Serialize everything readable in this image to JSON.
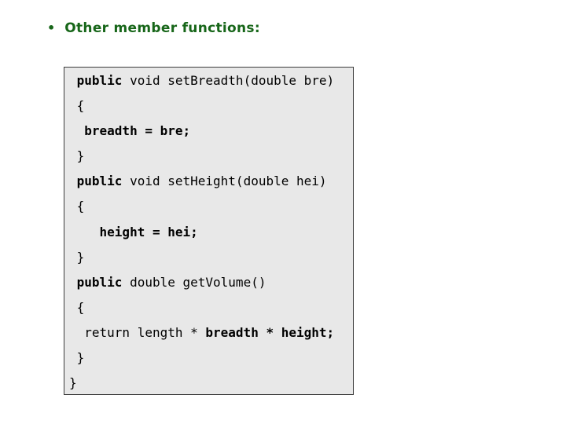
{
  "heading": {
    "bullet": "•",
    "text": "Other member functions:",
    "color": "#176619"
  },
  "code_box": {
    "bg": "#e8e8e8",
    "border_color": "#3b3b3b",
    "text_color": "#000000",
    "lines": [
      {
        "segments": [
          {
            "text": " "
          },
          {
            "text": "public",
            "bold": true
          },
          {
            "text": " void setBreadth(double bre)"
          }
        ]
      },
      {
        "segments": [
          {
            "text": " {"
          }
        ]
      },
      {
        "segments": [
          {
            "text": "  "
          },
          {
            "text": "breadth = bre;",
            "bold": true
          }
        ]
      },
      {
        "segments": [
          {
            "text": " }"
          }
        ]
      },
      {
        "segments": [
          {
            "text": " "
          },
          {
            "text": "public",
            "bold": true
          },
          {
            "text": " void setHeight(double hei)"
          }
        ]
      },
      {
        "segments": [
          {
            "text": " {"
          }
        ]
      },
      {
        "segments": [
          {
            "text": "    "
          },
          {
            "text": "height = hei;",
            "bold": true
          }
        ]
      },
      {
        "segments": [
          {
            "text": " }"
          }
        ]
      },
      {
        "segments": [
          {
            "text": " "
          },
          {
            "text": "public",
            "bold": true
          },
          {
            "text": " double getVolume()"
          }
        ]
      },
      {
        "segments": [
          {
            "text": " {"
          }
        ]
      },
      {
        "segments": [
          {
            "text": "  return length * "
          },
          {
            "text": "breadth * height;",
            "bold": true
          }
        ]
      },
      {
        "segments": [
          {
            "text": " }"
          }
        ]
      },
      {
        "segments": [
          {
            "text": "}"
          }
        ]
      }
    ]
  }
}
